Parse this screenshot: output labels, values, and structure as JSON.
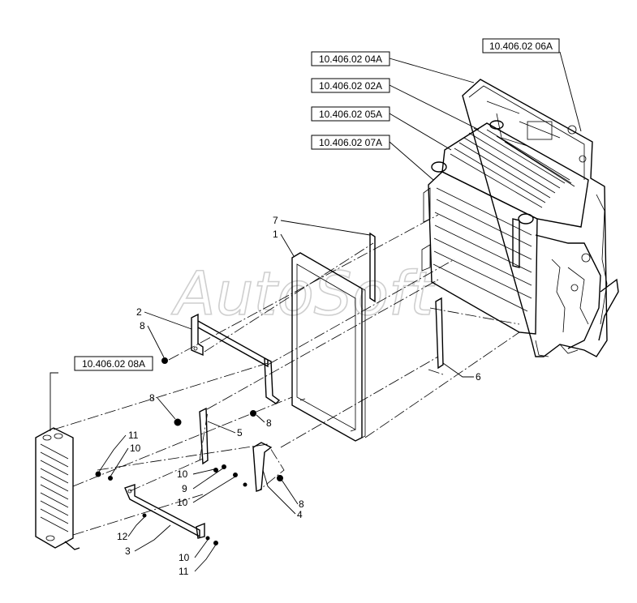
{
  "watermark": "AutoSoft",
  "references": [
    {
      "id": "ref-06A",
      "label": "10.406.02 06A"
    },
    {
      "id": "ref-04A",
      "label": "10.406.02 04A"
    },
    {
      "id": "ref-02A",
      "label": "10.406.02 02A"
    },
    {
      "id": "ref-05A",
      "label": "10.406.02 05A"
    },
    {
      "id": "ref-07A",
      "label": "10.406.02 07A"
    },
    {
      "id": "ref-08A",
      "label": "10.406.02 08A"
    }
  ],
  "callouts": {
    "c1": "1",
    "c2": "2",
    "c3": "3",
    "c4": "4",
    "c5": "5",
    "c6": "6",
    "c7": "7",
    "c8a": "8",
    "c8b": "8",
    "c8c": "8",
    "c8d": "8",
    "c9": "9",
    "c10a": "10",
    "c10b": "10",
    "c10c": "10",
    "c10d": "10",
    "c11a": "11",
    "c11b": "11",
    "c12": "12"
  }
}
